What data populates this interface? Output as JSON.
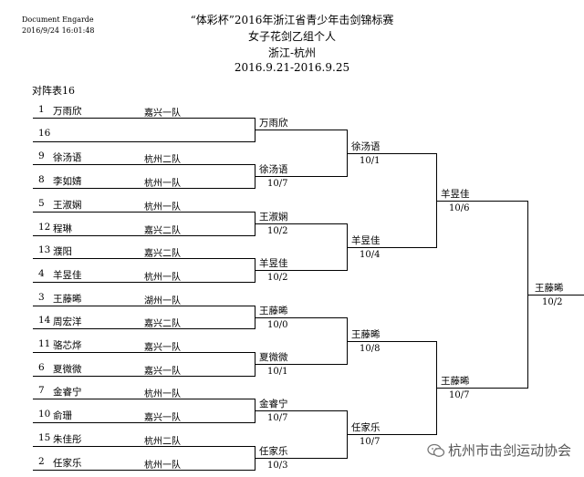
{
  "meta": {
    "app": "Document Engarde",
    "timestamp": "2016/9/24 16:01:48"
  },
  "header": {
    "title": "“体彩杯”2016年浙江省青少年击剑锦标赛",
    "event": "女子花剑乙组个人",
    "location": "浙江-杭州",
    "dates": "2016.9.21-2016.9.25"
  },
  "table_label": "对阵表16",
  "entries": [
    {
      "seed": "1",
      "name": "万雨欣",
      "team": "嘉兴一队"
    },
    {
      "seed": "16",
      "name": "",
      "team": ""
    },
    {
      "seed": "9",
      "name": "徐汤语",
      "team": "杭州二队"
    },
    {
      "seed": "8",
      "name": "李如婧",
      "team": "杭州一队"
    },
    {
      "seed": "5",
      "name": "王淑娴",
      "team": "杭州一队"
    },
    {
      "seed": "12",
      "name": "程琳",
      "team": "嘉兴二队"
    },
    {
      "seed": "13",
      "name": "濮阳",
      "team": "嘉兴二队"
    },
    {
      "seed": "4",
      "name": "羊昱佳",
      "team": "杭州一队"
    },
    {
      "seed": "3",
      "name": "王藤晞",
      "team": "湖州一队"
    },
    {
      "seed": "14",
      "name": "周宏洋",
      "team": "嘉兴二队"
    },
    {
      "seed": "11",
      "name": "骆芯烨",
      "team": "嘉兴一队"
    },
    {
      "seed": "6",
      "name": "夏微微",
      "team": "嘉兴一队"
    },
    {
      "seed": "7",
      "name": "金睿宁",
      "team": "杭州一队"
    },
    {
      "seed": "10",
      "name": "俞珊",
      "team": "嘉兴一队"
    },
    {
      "seed": "15",
      "name": "朱佳彤",
      "team": "杭州二队"
    },
    {
      "seed": "2",
      "name": "任家乐",
      "team": "杭州一队"
    }
  ],
  "round8": [
    {
      "name": "万雨欣",
      "score": ""
    },
    {
      "name": "徐汤语",
      "score": "10/7"
    },
    {
      "name": "王淑娴",
      "score": "10/2"
    },
    {
      "name": "羊昱佳",
      "score": "10/2"
    },
    {
      "name": "王藤晞",
      "score": "10/0"
    },
    {
      "name": "夏微微",
      "score": "10/1"
    },
    {
      "name": "金睿宁",
      "score": "10/7"
    },
    {
      "name": "任家乐",
      "score": "10/3"
    }
  ],
  "round4": [
    {
      "name": "徐汤语",
      "score": "10/1"
    },
    {
      "name": "羊昱佳",
      "score": "10/4"
    },
    {
      "name": "王藤晞",
      "score": "10/8"
    },
    {
      "name": "任家乐",
      "score": "10/7"
    }
  ],
  "round2": [
    {
      "name": "羊昱佳",
      "score": "10/6"
    },
    {
      "name": "王藤晞",
      "score": "10/7"
    }
  ],
  "final": {
    "name": "王藤晞",
    "score": "10/2"
  },
  "watermark": "杭州市击剑运动协会",
  "watermark_icon": "wechat-icon"
}
